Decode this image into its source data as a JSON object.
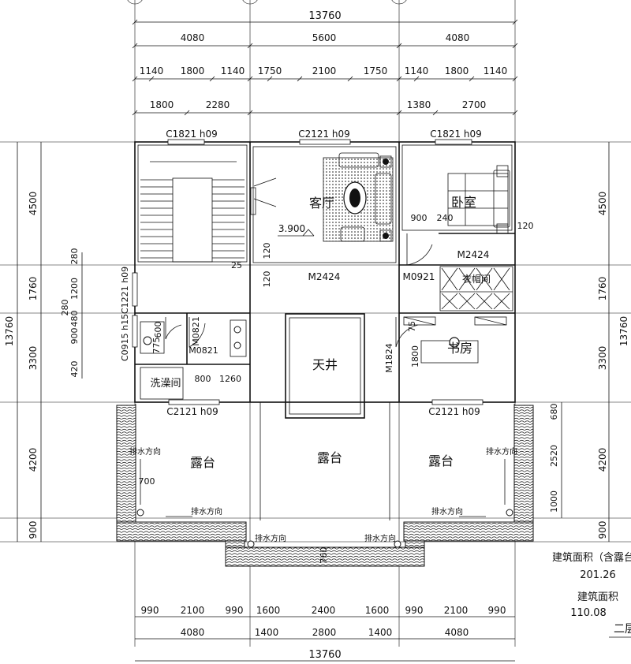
{
  "dimensions": {
    "top_total": "13760",
    "top_row1": [
      "4080",
      "5600",
      "4080"
    ],
    "top_row2": [
      "1140",
      "1800",
      "1140",
      "1750",
      "2100",
      "1750",
      "1140",
      "1800",
      "1140"
    ],
    "top_row3_left": [
      "1800",
      "2280"
    ],
    "top_row3_right": [
      "1380",
      "2700"
    ],
    "left_outer_total": "13760",
    "left_outer": [
      "4500",
      "1760",
      "3300",
      "4200",
      "900"
    ],
    "left_inner": [
      "280",
      "1200",
      "280",
      "480",
      "900",
      "420"
    ],
    "right_outer_total": "13760",
    "right_outer": [
      "4500",
      "1760",
      "3300",
      "4200",
      "900"
    ],
    "right_inner": [
      "680",
      "2520",
      "1000"
    ],
    "bottom_row1": [
      "990",
      "2100",
      "990",
      "1600",
      "2400",
      "1600",
      "990",
      "2100",
      "990"
    ],
    "bottom_row2": [
      "4080",
      "1400",
      "2800",
      "1400",
      "4080"
    ],
    "bottom_total": "13760"
  },
  "windows": {
    "top_left": "C1821 h09",
    "top_center": "C2121 h09",
    "top_right": "C1821 h09",
    "mid_left": "C2121 h09",
    "mid_right": "C2121 h09",
    "left_side_1": "C1221 h09",
    "left_side_2": "C0915 h15"
  },
  "doors": {
    "living": "M2424",
    "wardrobe": "M2424",
    "bedroom": "M0921",
    "bath_1": "M0821",
    "bath_2": "M0821",
    "study": "M1824"
  },
  "rooms": {
    "living": "客厅",
    "bedroom": "卧室",
    "closet": "衣帽间",
    "study": "书房",
    "bath": "洗澡间",
    "courtyard": "天井",
    "terrace_left": "露台",
    "terrace_center": "露台",
    "terrace_right": "露台"
  },
  "labels": {
    "elevation": "3.900",
    "drain": "排水方向",
    "inner_120_a": "120",
    "inner_120_b": "120",
    "inner_120_c": "120",
    "inner_25": "25",
    "inner_900": "900",
    "inner_240": "240",
    "inner_1800": "1800",
    "inner_75": "75",
    "inner_800": "800",
    "inner_1260": "1260",
    "inner_600": "600",
    "inner_775": "775",
    "inner_700": "700",
    "inner_760": "760"
  },
  "area": {
    "total_label": "建筑面积（含露台）",
    "total_value": "201.26",
    "floor_label": "建筑面积",
    "floor_value": "110.08"
  },
  "footer_title": "二层"
}
